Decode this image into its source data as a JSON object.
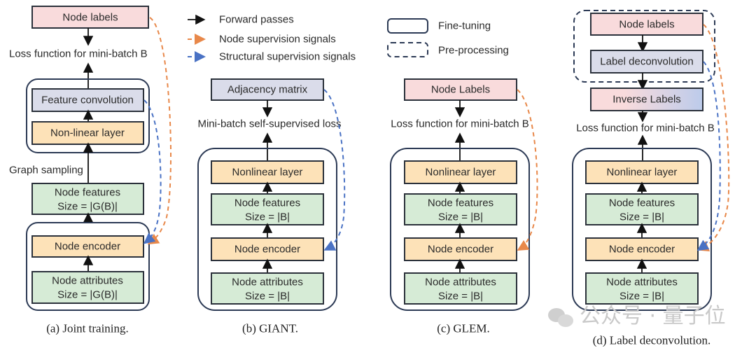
{
  "colors": {
    "labels": "#f9dbdc",
    "conv": "#dadcea",
    "layer": "#fde2b8",
    "features": "#d6ebd6",
    "node_signal": "#e8884a",
    "struct_signal": "#4a72c4"
  },
  "legend": {
    "forward": "Forward passes",
    "node_sup": "Node supervision signals",
    "struct_sup": "Structural supervision signals",
    "fine_tuning": "Fine-tuning",
    "pre_processing": "Pre-processing"
  },
  "a": {
    "node_labels": "Node labels",
    "loss": "Loss function for mini-batch B",
    "feature_conv": "Feature convolution",
    "nonlinear": "Non-linear layer",
    "graph_sampling": "Graph sampling",
    "features_l1": "Node features",
    "features_l2": "Size = |G(B)|",
    "encoder": "Node encoder",
    "attr_l1": "Node attributes",
    "attr_l2": "Size = |G(B)|",
    "caption": "(a) Joint training."
  },
  "b": {
    "adjacency": "Adjacency matrix",
    "loss": "Mini-batch self-supervised loss",
    "nonlinear": "Nonlinear layer",
    "features_l1": "Node features",
    "features_l2": "Size = |B|",
    "encoder": "Node encoder",
    "attr_l1": "Node attributes",
    "attr_l2": "Size = |B|",
    "caption": "(b) GIANT."
  },
  "c": {
    "node_labels": "Node Labels",
    "loss": "Loss function for mini-batch B",
    "nonlinear": "Nonlinear layer",
    "features_l1": "Node features",
    "features_l2": "Size = |B|",
    "encoder": "Node encoder",
    "attr_l1": "Node attributes",
    "attr_l2": "Size = |B|",
    "caption": "(c) GLEM."
  },
  "d": {
    "node_labels": "Node labels",
    "deconv": "Label deconvolution",
    "inverse": "Inverse Labels",
    "loss": "Loss function for mini-batch B",
    "nonlinear": "Nonlinear layer",
    "features_l1": "Node features",
    "features_l2": "Size = |B|",
    "encoder": "Node encoder",
    "attr_l1": "Node attributes",
    "attr_l2": "Size = |B|",
    "caption": "(d) Label deconvolution."
  },
  "watermark": "公众号 · 量子位"
}
